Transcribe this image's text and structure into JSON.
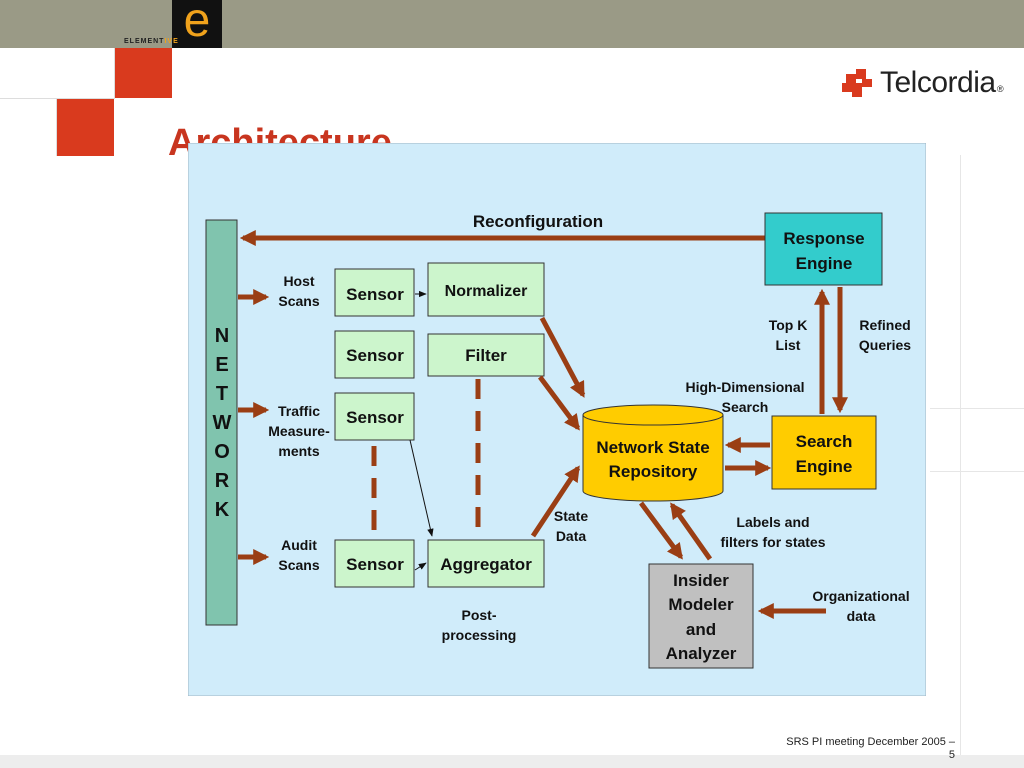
{
  "header": {
    "logo_letter": "e",
    "logo_brand": "ELEMENT",
    "logo_brand_suffix": "IVE",
    "company": "Telcordia",
    "company_mark": "®"
  },
  "slide": {
    "title": "Architecture",
    "footer_line1": "SRS PI meeting December 2005 –",
    "footer_line2": "5"
  },
  "colors": {
    "arrow": "#9a3e14",
    "title": "#c8351f",
    "panel_bg": "#d0ecfa",
    "box_green": "#ccf5cc",
    "box_teal": "#33cccc",
    "box_yellow": "#ffcc00",
    "box_gray": "#c0c0c0",
    "network_bar": "#80c4ae",
    "accent_red": "#d93a1e"
  },
  "diagram": {
    "network_letters": [
      "N",
      "E",
      "T",
      "W",
      "O",
      "R",
      "K"
    ],
    "reconfiguration": "Reconfiguration",
    "response_engine": [
      "Response",
      "Engine"
    ],
    "search_engine": [
      "Search",
      "Engine"
    ],
    "repository": [
      "Network State",
      "Repository"
    ],
    "insider": [
      "Insider",
      "Modeler",
      "and",
      "Analyzer"
    ],
    "sensor": "Sensor",
    "normalizer": "Normalizer",
    "filter": "Filter",
    "aggregator": "Aggregator",
    "host_scans": [
      "Host",
      "Scans"
    ],
    "traffic": [
      "Traffic",
      "Measure-",
      "ments"
    ],
    "audit_scans": [
      "Audit",
      "Scans"
    ],
    "top_k": [
      "Top K",
      "List"
    ],
    "refined": [
      "Refined",
      "Queries"
    ],
    "high_dim": [
      "High-Dimensional",
      "Search"
    ],
    "state_data": [
      "State",
      "Data"
    ],
    "labels_filters": [
      "Labels and",
      "filters for states"
    ],
    "org_data": [
      "Organizational",
      "data"
    ],
    "post_processing": [
      "Post-",
      "processing"
    ]
  }
}
